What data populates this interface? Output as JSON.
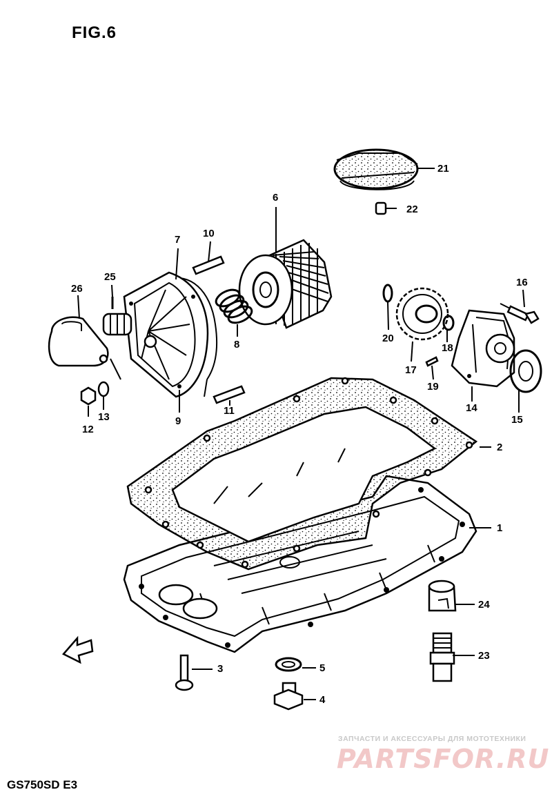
{
  "figure": {
    "title": "FIG.6",
    "model": "GS750SD  E3"
  },
  "watermark": {
    "caption": "ЗАПЧАСТИ И АКСЕССУАРЫ ДЛЯ МОТОТЕХНИКИ",
    "brand": "PARTSFOR.RU"
  },
  "callouts": [
    {
      "id": "c1",
      "label": "1"
    },
    {
      "id": "c2",
      "label": "2"
    },
    {
      "id": "c3",
      "label": "3"
    },
    {
      "id": "c4",
      "label": "4"
    },
    {
      "id": "c5",
      "label": "5"
    },
    {
      "id": "c6",
      "label": "6"
    },
    {
      "id": "c7",
      "label": "7"
    },
    {
      "id": "c8",
      "label": "8"
    },
    {
      "id": "c9",
      "label": "9"
    },
    {
      "id": "c10",
      "label": "10"
    },
    {
      "id": "c11",
      "label": "11"
    },
    {
      "id": "c12",
      "label": "12"
    },
    {
      "id": "c13",
      "label": "13"
    },
    {
      "id": "c14",
      "label": "14"
    },
    {
      "id": "c15",
      "label": "15"
    },
    {
      "id": "c16",
      "label": "16"
    },
    {
      "id": "c17",
      "label": "17"
    },
    {
      "id": "c18",
      "label": "18"
    },
    {
      "id": "c19",
      "label": "19"
    },
    {
      "id": "c20",
      "label": "20"
    },
    {
      "id": "c21",
      "label": "21"
    },
    {
      "id": "c22",
      "label": "22"
    },
    {
      "id": "c23",
      "label": "23"
    },
    {
      "id": "c24",
      "label": "24"
    },
    {
      "id": "c25",
      "label": "25"
    },
    {
      "id": "c26",
      "label": "26"
    }
  ]
}
